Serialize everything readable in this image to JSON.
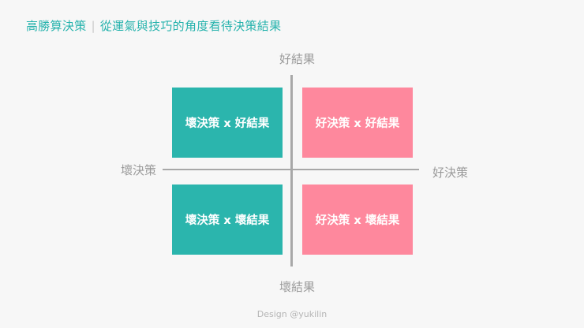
{
  "header": {
    "title_main": "高勝算決策",
    "separator": "|",
    "title_sub": "從運氣與技巧的角度看待決策結果",
    "accent_color": "#27b3ad"
  },
  "axes": {
    "top": "好結果",
    "bottom": "壞結果",
    "left": "壞決策",
    "right": "好決策"
  },
  "quadrants": [
    {
      "position": "top-left",
      "label": "壞決策 x 好結果",
      "color": "#2bb5ad"
    },
    {
      "position": "top-right",
      "label": "好決策 x 好結果",
      "color": "#fe889d"
    },
    {
      "position": "bottom-left",
      "label": "壞決策 x 壞結果",
      "color": "#2bb5ad"
    },
    {
      "position": "bottom-right",
      "label": "好決策 x 壞結果",
      "color": "#fe889d"
    }
  ],
  "footer": {
    "credit": "Design @yukilin"
  }
}
